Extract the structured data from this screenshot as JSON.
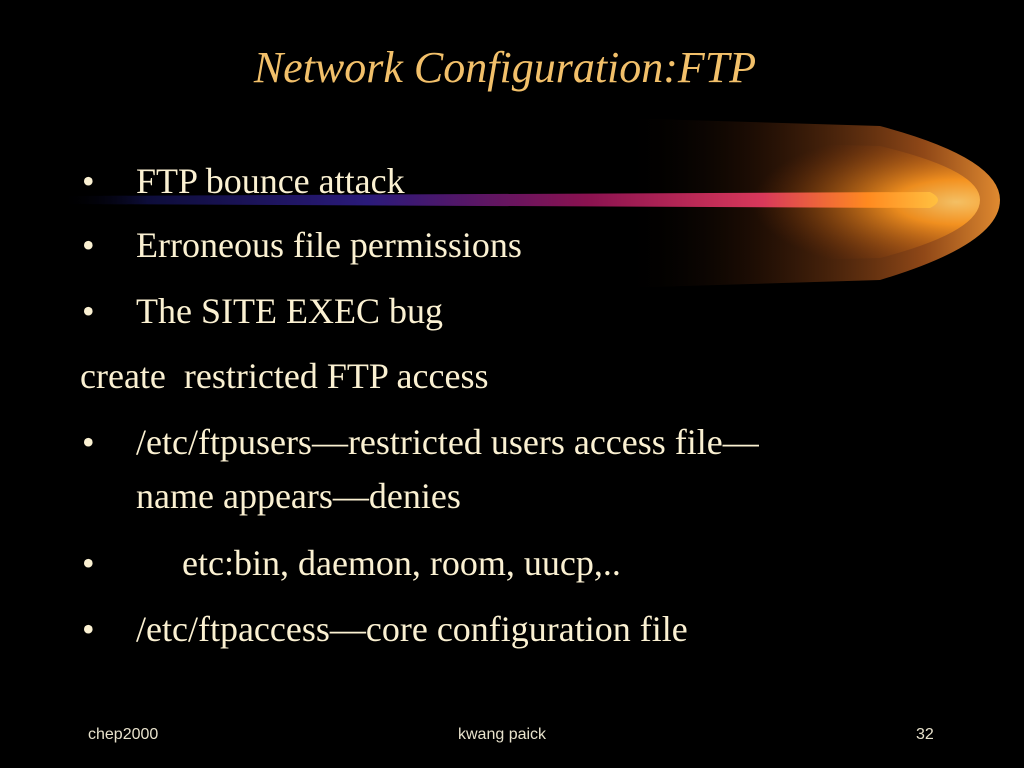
{
  "slide": {
    "title": "Network Configuration:FTP",
    "bullet_char": "•",
    "items": [
      {
        "text": "FTP bounce attack"
      },
      {
        "text": "Erroneous file permissions"
      },
      {
        "text": "The SITE EXEC bug"
      },
      {
        "text": "create  restricted FTP access"
      },
      {
        "text": "/etc/ftpusers—restricted users access file—"
      },
      {
        "text": "name appears—denies"
      },
      {
        "text": "etc:bin, daemon, room, uucp,.."
      },
      {
        "text": "/etc/ftpaccess—core configuration file"
      }
    ],
    "footer": {
      "left": "chep2000",
      "center": "kwang paick",
      "right": "32"
    }
  },
  "colors": {
    "background": "#000000",
    "title": "#f2c06a",
    "body_text": "#fbf1d2",
    "comet_tail_start": "#1a1a6e",
    "comet_tail_mid": "#b0144a",
    "comet_head": "#ff9a1a"
  }
}
